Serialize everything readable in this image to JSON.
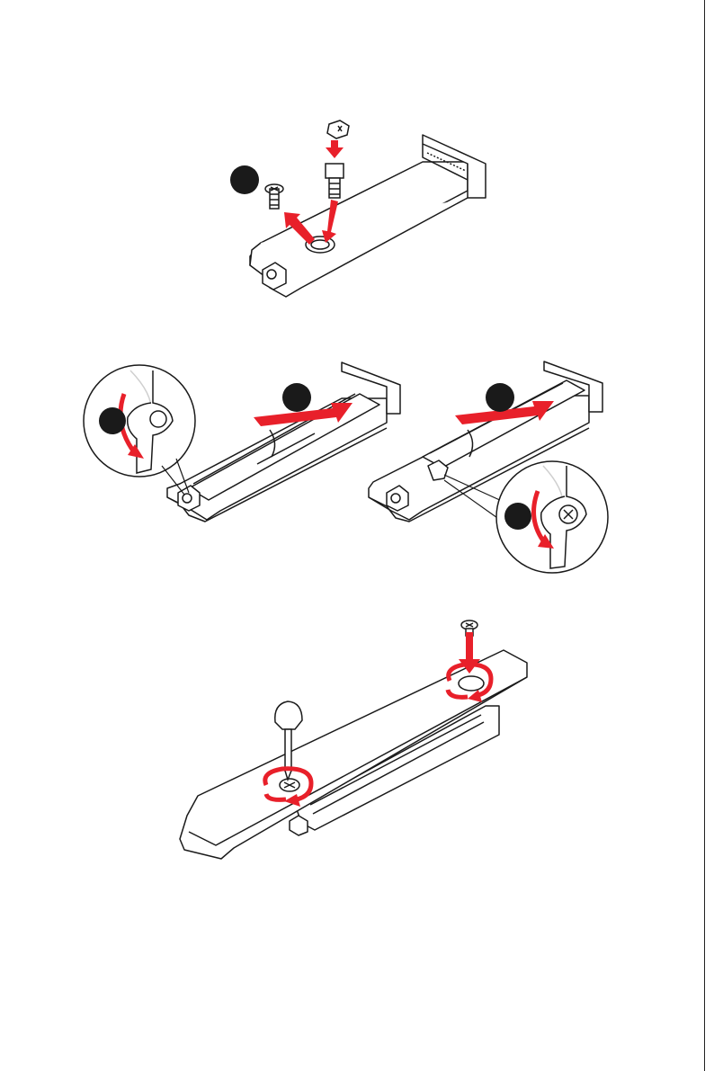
{
  "document": {
    "type": "installation manual page",
    "figures": [
      {
        "id": "step-remove-standoff",
        "badge_label": ""
      },
      {
        "id": "step-insert-and-latch",
        "badge_labels": [
          "",
          "",
          "",
          ""
        ]
      },
      {
        "id": "step-screw-heatsink"
      }
    ]
  },
  "colors": {
    "accent": "#e8202a",
    "line": "#1a1a1a",
    "badge": "#1a1a1a",
    "fill": "#ffffff",
    "shade": "#d8d8d8"
  },
  "icons": [
    "screw-icon",
    "standoff-icon",
    "screwdriver-icon",
    "rotate-arrow-icon",
    "latch-icon"
  ]
}
